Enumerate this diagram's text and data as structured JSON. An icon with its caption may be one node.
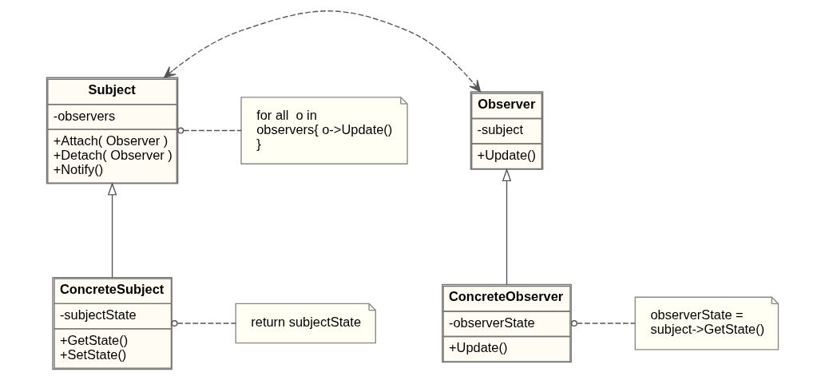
{
  "diagram": {
    "nodes": [
      {
        "text": [
          "Subject",
          "-observers",
          "+Attach( Observer )",
          "+Detach( Observer )",
          "+Notify()"
        ]
      },
      {
        "text": [
          "for all  o in observers{ o->Update() }"
        ]
      },
      {
        "text": [
          "Observer",
          "-subject",
          "+Update()"
        ]
      },
      {
        "text": [
          "ConcreteSubject",
          "-subjectState",
          "+GetState()",
          "+SetState()"
        ]
      },
      {
        "text": [
          "return subjectState"
        ]
      },
      {
        "text": [
          "ConcreteObserver",
          "-observerState",
          "+Update()"
        ]
      },
      {
        "text": [
          "observerState = subject->GetState()"
        ]
      }
    ],
    "edges": [
      {
        "from": 0,
        "to": 2,
        "arrow": "both",
        "style": "dashed"
      },
      {
        "from": 0,
        "to": 1,
        "arrow": "other",
        "style": "dashed"
      },
      {
        "from": 3,
        "to": 0,
        "arrow": "to"
      },
      {
        "from": 5,
        "to": 2,
        "arrow": "to"
      },
      {
        "from": 3,
        "to": 4,
        "arrow": "other",
        "style": "dashed"
      },
      {
        "from": 5,
        "to": 6,
        "arrow": "other",
        "style": "dashed"
      }
    ]
  }
}
